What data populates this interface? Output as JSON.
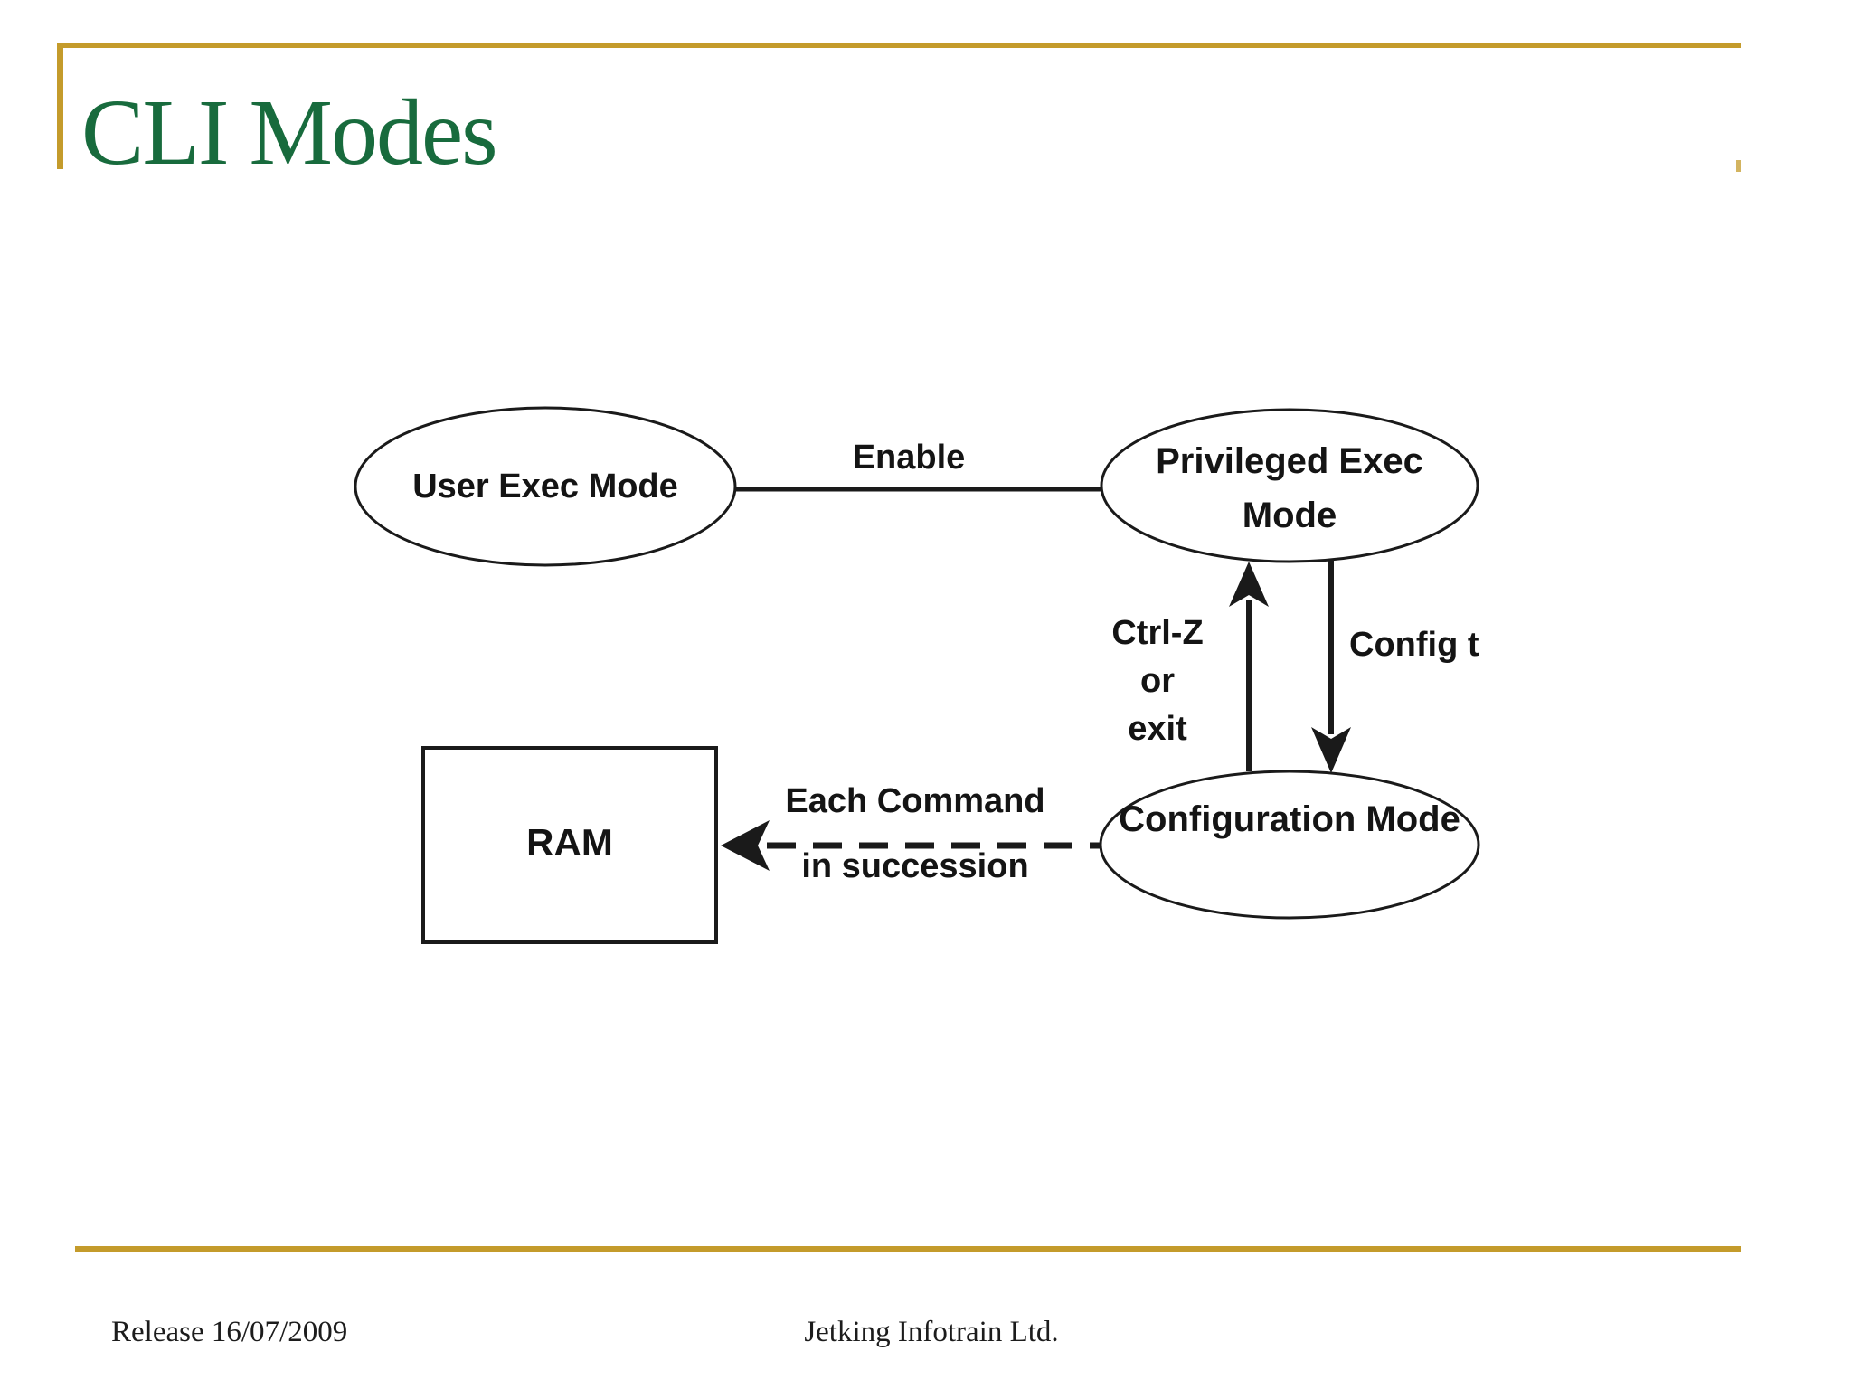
{
  "slide": {
    "title": "CLI Modes",
    "footer_left": "Release 16/07/2009",
    "footer_center": "Jetking Infotrain Ltd.",
    "colors": {
      "accent_gold": "#C49B2B",
      "title_green": "#186B3D",
      "diagram_ink": "#1a1a1a"
    }
  },
  "diagram": {
    "nodes": {
      "user_exec": "User Exec Mode",
      "privileged_exec": "Privileged Exec Mode",
      "configuration": "Configuration Mode",
      "ram": "RAM"
    },
    "edges": {
      "enable": "Enable",
      "ctrl_z_exit": [
        "Ctrl-Z",
        "or",
        "exit"
      ],
      "config_t": "Config t",
      "each_command_line1": "Each Command",
      "each_command_line2": "in succession"
    }
  }
}
